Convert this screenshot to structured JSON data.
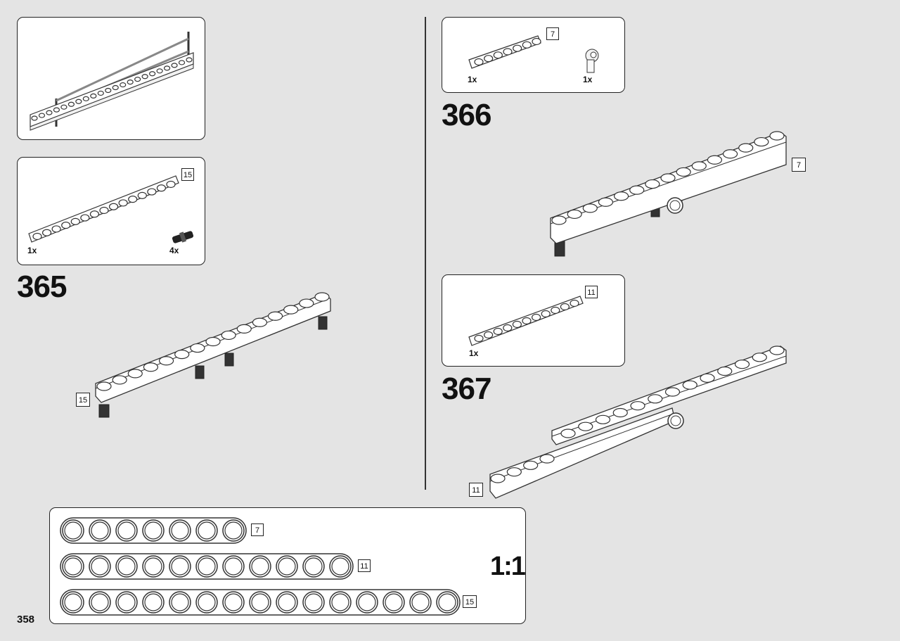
{
  "page_number": "358",
  "steps": [
    {
      "id": "365",
      "number": "365",
      "parts": [
        {
          "qty": "1x",
          "length": "15"
        },
        {
          "qty": "4x"
        }
      ],
      "callout": "15"
    },
    {
      "id": "366",
      "number": "366",
      "parts": [
        {
          "qty": "1x",
          "length": "7"
        },
        {
          "qty": "1x"
        }
      ],
      "callout": "7"
    },
    {
      "id": "367",
      "number": "367",
      "parts": [
        {
          "qty": "1x",
          "length": "11"
        }
      ],
      "callout": "11"
    }
  ],
  "scale_ruler": {
    "label": "1:1",
    "beams": [
      {
        "length_label": "7",
        "holes": 7
      },
      {
        "length_label": "11",
        "holes": 11
      },
      {
        "length_label": "15",
        "holes": 15
      }
    ]
  }
}
